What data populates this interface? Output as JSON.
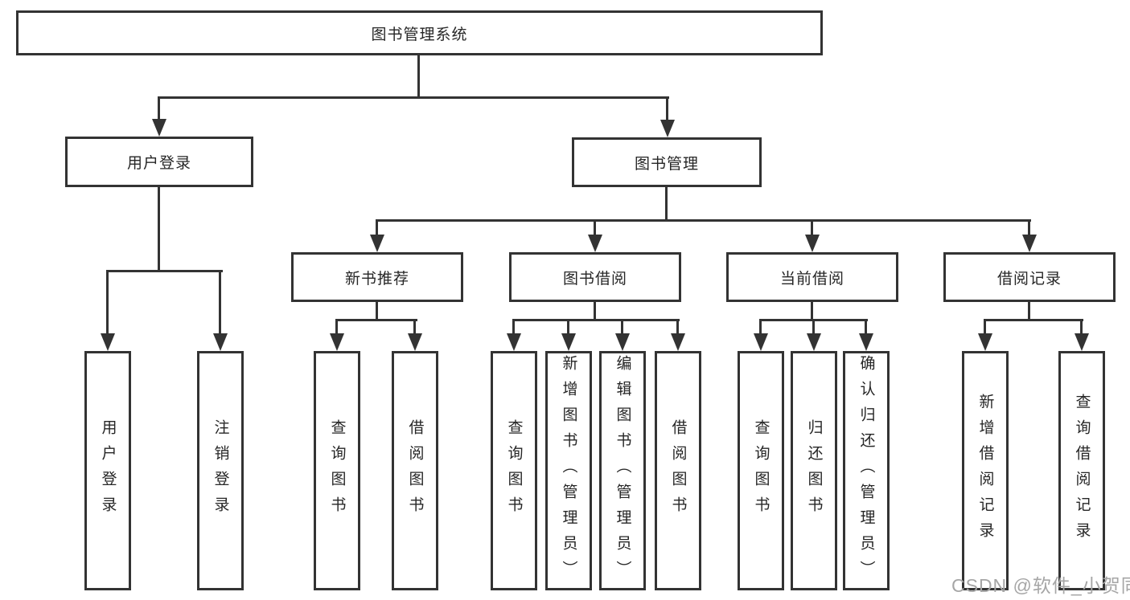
{
  "diagram_type": "hierarchy-tree",
  "tree": {
    "label": "图书管理系统",
    "children": [
      {
        "label": "用户登录",
        "children": [
          {
            "label": "用户登录"
          },
          {
            "label": "注销登录"
          }
        ]
      },
      {
        "label": "图书管理",
        "children": [
          {
            "label": "新书推荐",
            "children": [
              {
                "label": "查询图书"
              },
              {
                "label": "借阅图书"
              }
            ]
          },
          {
            "label": "图书借阅",
            "children": [
              {
                "label": "查询图书"
              },
              {
                "label": "新增图书（管理员）"
              },
              {
                "label": "编辑图书（管理员）"
              },
              {
                "label": "借阅图书"
              }
            ]
          },
          {
            "label": "当前借阅",
            "children": [
              {
                "label": "查询图书"
              },
              {
                "label": "归还图书"
              },
              {
                "label": "确认归还（管理员）"
              }
            ]
          },
          {
            "label": "借阅记录",
            "children": [
              {
                "label": "新增借阅记录"
              },
              {
                "label": "查询借阅记录"
              }
            ]
          }
        ]
      }
    ]
  },
  "watermark": {
    "text": "CSDN @软件_小贺同学"
  },
  "colors": {
    "line": "#333333",
    "box_border": "#333333",
    "text": "#262626",
    "watermark": "#a6a6a6",
    "background": "#ffffff"
  }
}
